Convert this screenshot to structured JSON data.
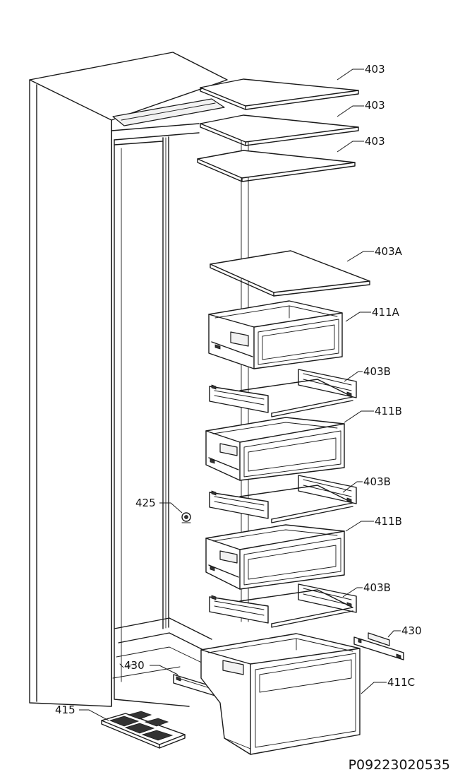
{
  "drawing_code": "P09223020535",
  "callouts": [
    {
      "id": "shelf-top",
      "text": "403"
    },
    {
      "id": "shelf-2",
      "text": "403"
    },
    {
      "id": "shelf-3",
      "text": "403"
    },
    {
      "id": "shelf-4",
      "text": "403A"
    },
    {
      "id": "drawer-1",
      "text": "411A"
    },
    {
      "id": "rail-1",
      "text": "403B"
    },
    {
      "id": "drawer-2",
      "text": "411B"
    },
    {
      "id": "rail-2",
      "text": "403B"
    },
    {
      "id": "drawer-3",
      "text": "411B"
    },
    {
      "id": "rail-3",
      "text": "403B"
    },
    {
      "id": "knob",
      "text": "425"
    },
    {
      "id": "bracket-right",
      "text": "430"
    },
    {
      "id": "bracket-left",
      "text": "430"
    },
    {
      "id": "drawer-bottom",
      "text": "411C"
    },
    {
      "id": "grille",
      "text": "415"
    }
  ]
}
